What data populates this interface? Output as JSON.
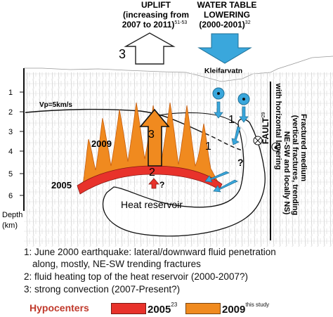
{
  "top": {
    "uplift_title": "UPLIFT",
    "uplift_line1": "(increasing from",
    "uplift_line2": "2007 to 2011)",
    "uplift_ref": "51-53",
    "uplift_number": "3",
    "water_title1": "WATER TABLE",
    "water_title2": "LOWERING",
    "water_period": "(2000-2001)",
    "water_ref": "32",
    "lake_name": "Kleifarvatn"
  },
  "section": {
    "depth_ticks": [
      "1",
      "2",
      "3",
      "4",
      "5",
      "6"
    ],
    "depth_label": "Depth",
    "depth_unit": "(km)",
    "vp_label": "Vp=5km/s",
    "year_2009": "2009",
    "year_2005": "2005",
    "marker_1": "1",
    "marker_1_fault": "1",
    "marker_2": "2",
    "marker_3": "3",
    "question_2": "?",
    "question_1": "?",
    "heat_reservoir": "Heat reservoir",
    "fault_label": "FAULT",
    "fault_ref": "29",
    "fracture_line1": "Fractured medium",
    "fracture_line2": "(vertical fractures, trending",
    "fracture_line3": "NE-SW and locally NS)",
    "fracture_line4": "with horizontal layering"
  },
  "legend": {
    "item1_a": "1: June 2000 earthquake: lateral/downward fluid penetration",
    "item1_b": "along, mostly, NE-SW trending fractures",
    "item2": "2: fluid heating top of the heat reservoir (2000-2007?)",
    "item3": "3: strong convection (2007-Present?)"
  },
  "hypocenters": {
    "title": "Hypocenters",
    "label_2005": "2005",
    "ref_2005": "23",
    "label_2009": "2009",
    "ref_2009": "this study"
  },
  "colors": {
    "red_2005": "#e8322b",
    "orange_2009": "#f08a1f",
    "water_blue": "#3aa7dc",
    "hypocenter_title": "#c0392b"
  }
}
